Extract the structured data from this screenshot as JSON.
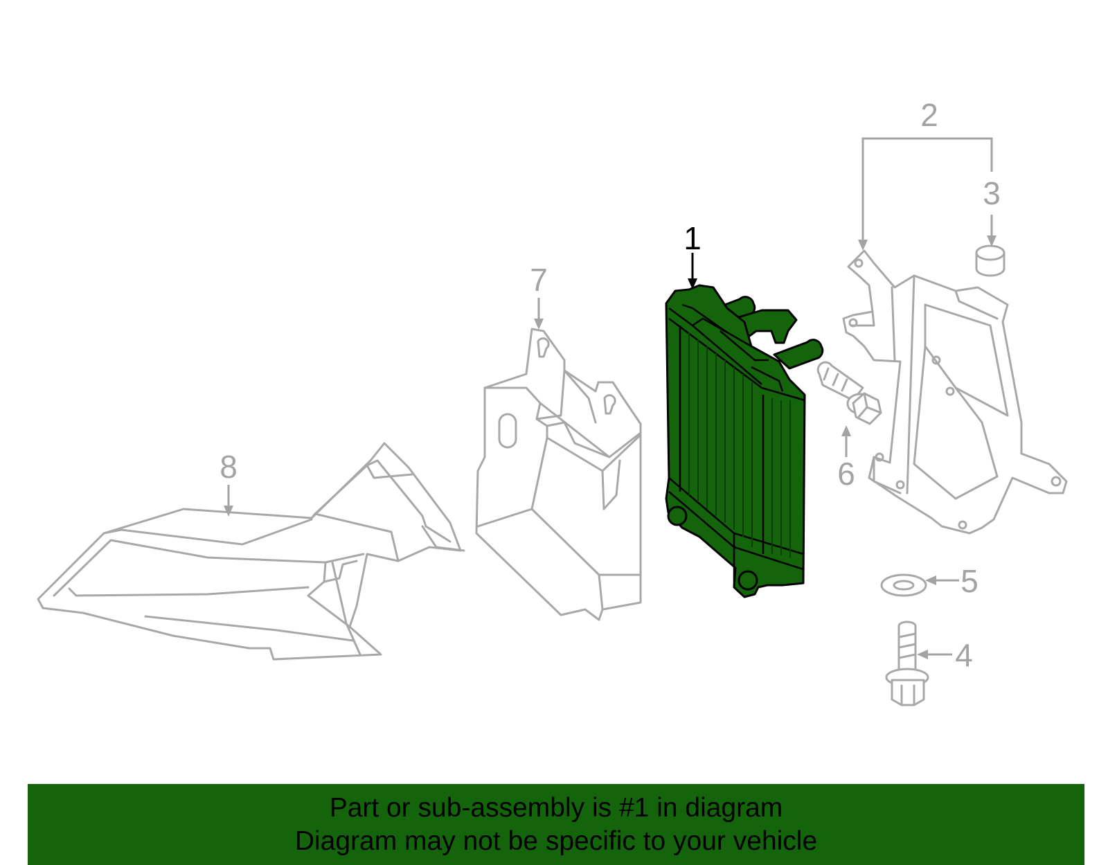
{
  "callouts": {
    "c1": "1",
    "c2": "2",
    "c3": "3",
    "c4": "4",
    "c5": "5",
    "c6": "6",
    "c7": "7",
    "c8": "8"
  },
  "banner": {
    "line1": "Part or sub-assembly is #1 in diagram",
    "line2": "Diagram may not be specific to your vehicle"
  },
  "colors": {
    "highlight": "#13640b",
    "outline": "#a8a8a8",
    "banner_background": "#13640b"
  }
}
